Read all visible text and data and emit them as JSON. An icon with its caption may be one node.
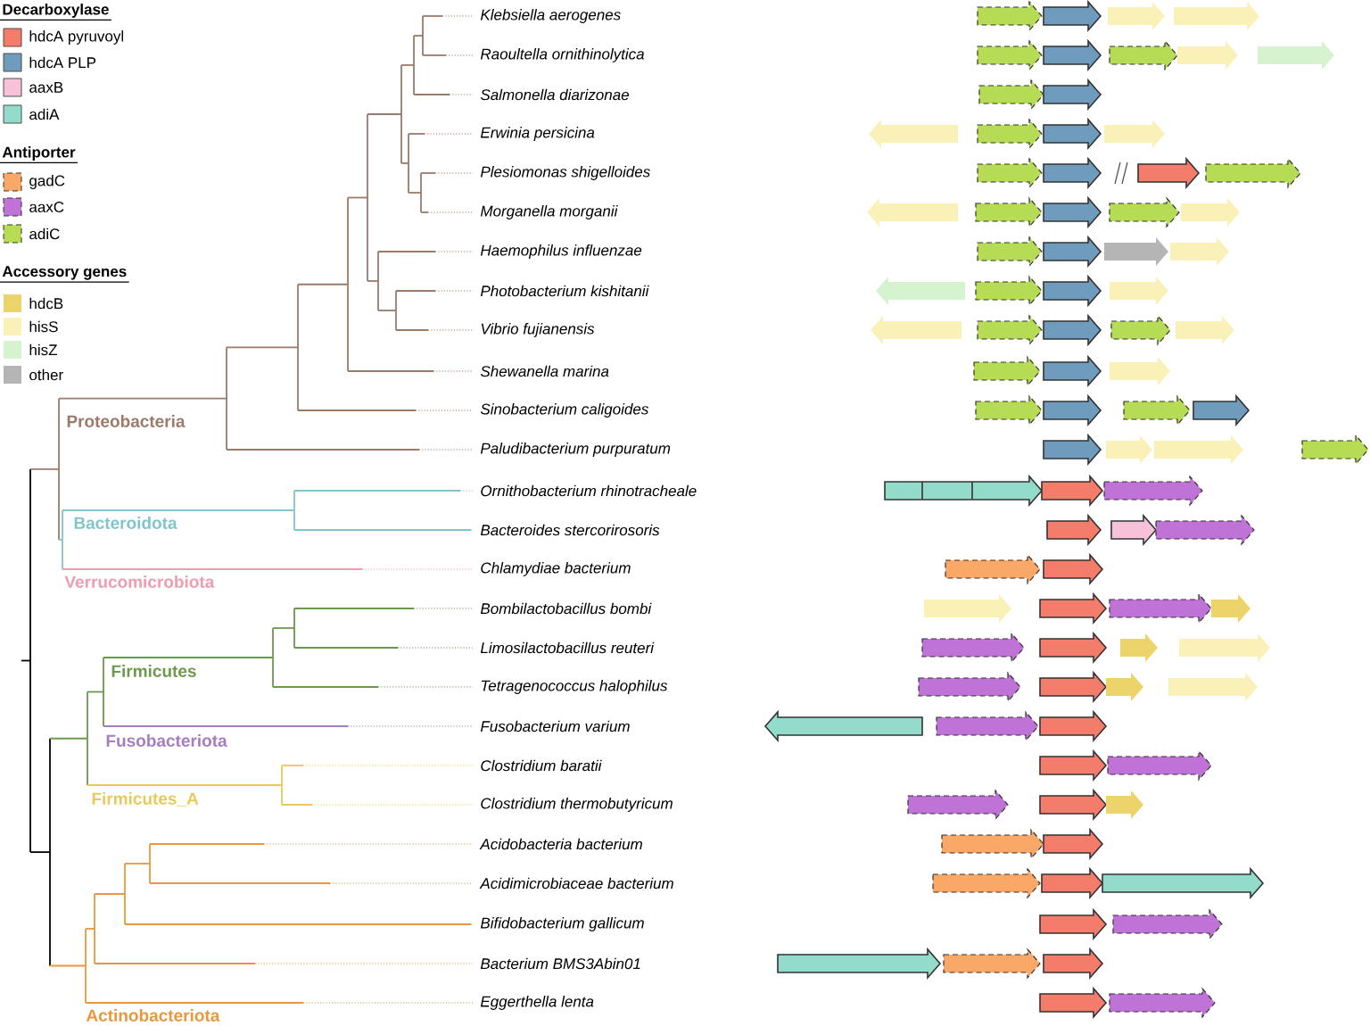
{
  "diagram": {
    "labels": [
      "Decarboxylase",
      "Antiporter",
      "Accessory genes",
      "Klebsiella aerogenes",
      "Raoultella ornithinolytica",
      "Salmonella diarizonae",
      "Erwinia persicina",
      "Plesiomonas shigelloides",
      "Morganella morganii",
      "Haemophilus influenzae",
      "Photobacterium kishitanii",
      "Vibrio fujianensis",
      "Shewanella marina",
      "Sinobacterium caligoides",
      "Paludibacterium purpuratum",
      "Ornithobacterium rhinotracheale",
      "Bacteroides stercorirosoris",
      "Chlamydiae bacterium",
      "Bombilactobacillus bombi",
      "Limosilactobacillus reuteri",
      "Tetragenococcus halophilus",
      "Fusobacterium varium",
      "Clostridium baratii",
      "Clostridium thermobutyricum",
      "Acidobacteria bacterium",
      "Acidimicrobiaceae bacterium",
      "Bifidobacterium gallicum",
      "Bacterium BMS3Abin01",
      "Eggerthella lenta",
      "Proteobacteria",
      "Bacteroidota",
      "Verrucomicrobiota",
      "Firmicutes",
      "Fusobacteriota",
      "Firmicutes_A",
      "Actinobacteriota"
    ],
    "legend": [
      {
        "text": "hdcA pyruvoyl",
        "color": "#f47c6a"
      },
      {
        "text": "hdcA PLP",
        "color": "#6f9bbd"
      },
      {
        "text": "aaxB",
        "color": "#f6c1d9"
      },
      {
        "text": "adiA",
        "color": "#93dccb"
      },
      {
        "text": "gadC",
        "color": "#f9a868"
      },
      {
        "text": "aaxC",
        "color": "#bf73d6"
      },
      {
        "text": "adiC",
        "color": "#b6dc55"
      },
      {
        "text": "hdcB",
        "color": "#ecd36a"
      },
      {
        "text": "hisS",
        "color": "#f9f1b8"
      },
      {
        "text": "hisZ",
        "color": "#d6f3cf"
      },
      {
        "text": "other",
        "color": "#b5b5b5"
      }
    ]
  }
}
